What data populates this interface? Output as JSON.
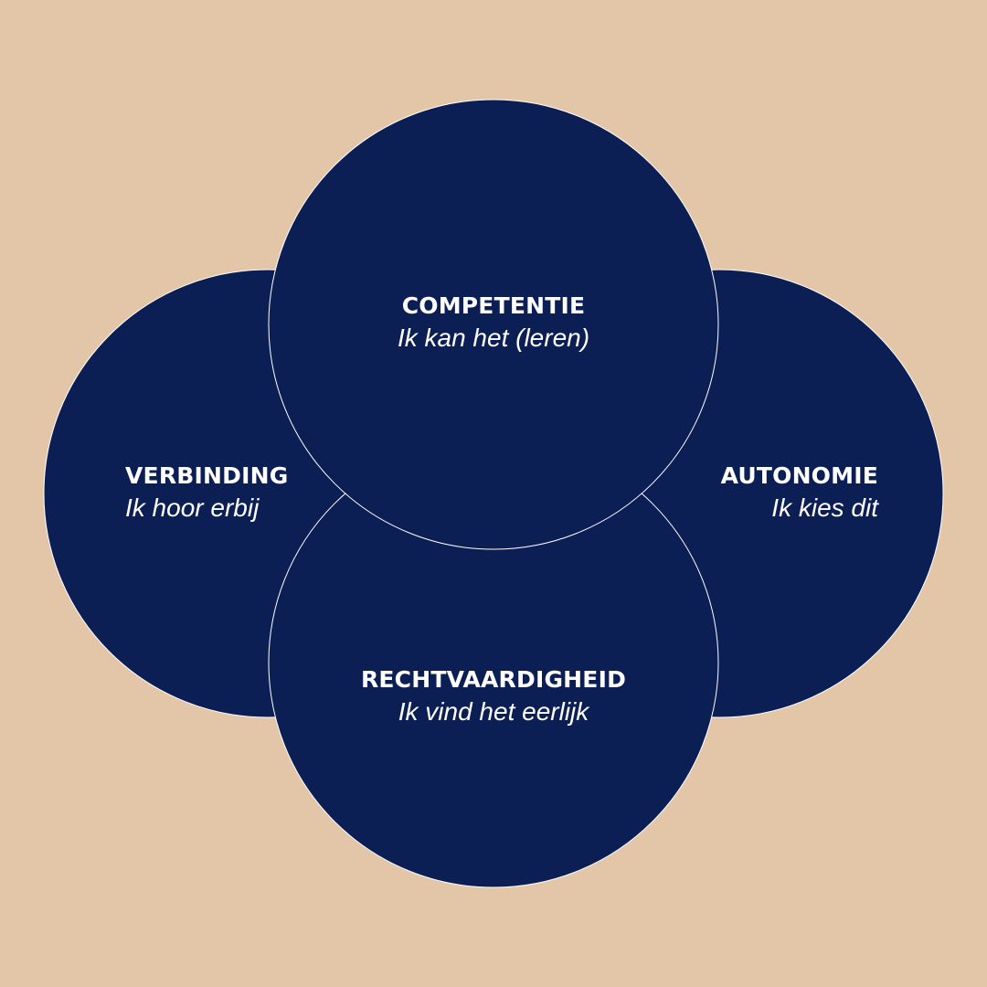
{
  "colors": {
    "background": "#e3c6a7",
    "circle_fill": "#0c1f55",
    "circle_stroke": "#ffffff",
    "text": "#ffffff"
  },
  "circles": {
    "competentie": {
      "title": "COMPETENTIE",
      "subtitle": "Ik kan het (leren)"
    },
    "verbinding": {
      "title": "VERBINDING",
      "subtitle": "Ik hoor erbij"
    },
    "autonomie": {
      "title": "AUTONOMIE",
      "subtitle": "Ik kies dit"
    },
    "rechtvaardigheid": {
      "title": "RECHTVAARDIGHEID",
      "subtitle": "Ik vind het eerlijk"
    }
  }
}
